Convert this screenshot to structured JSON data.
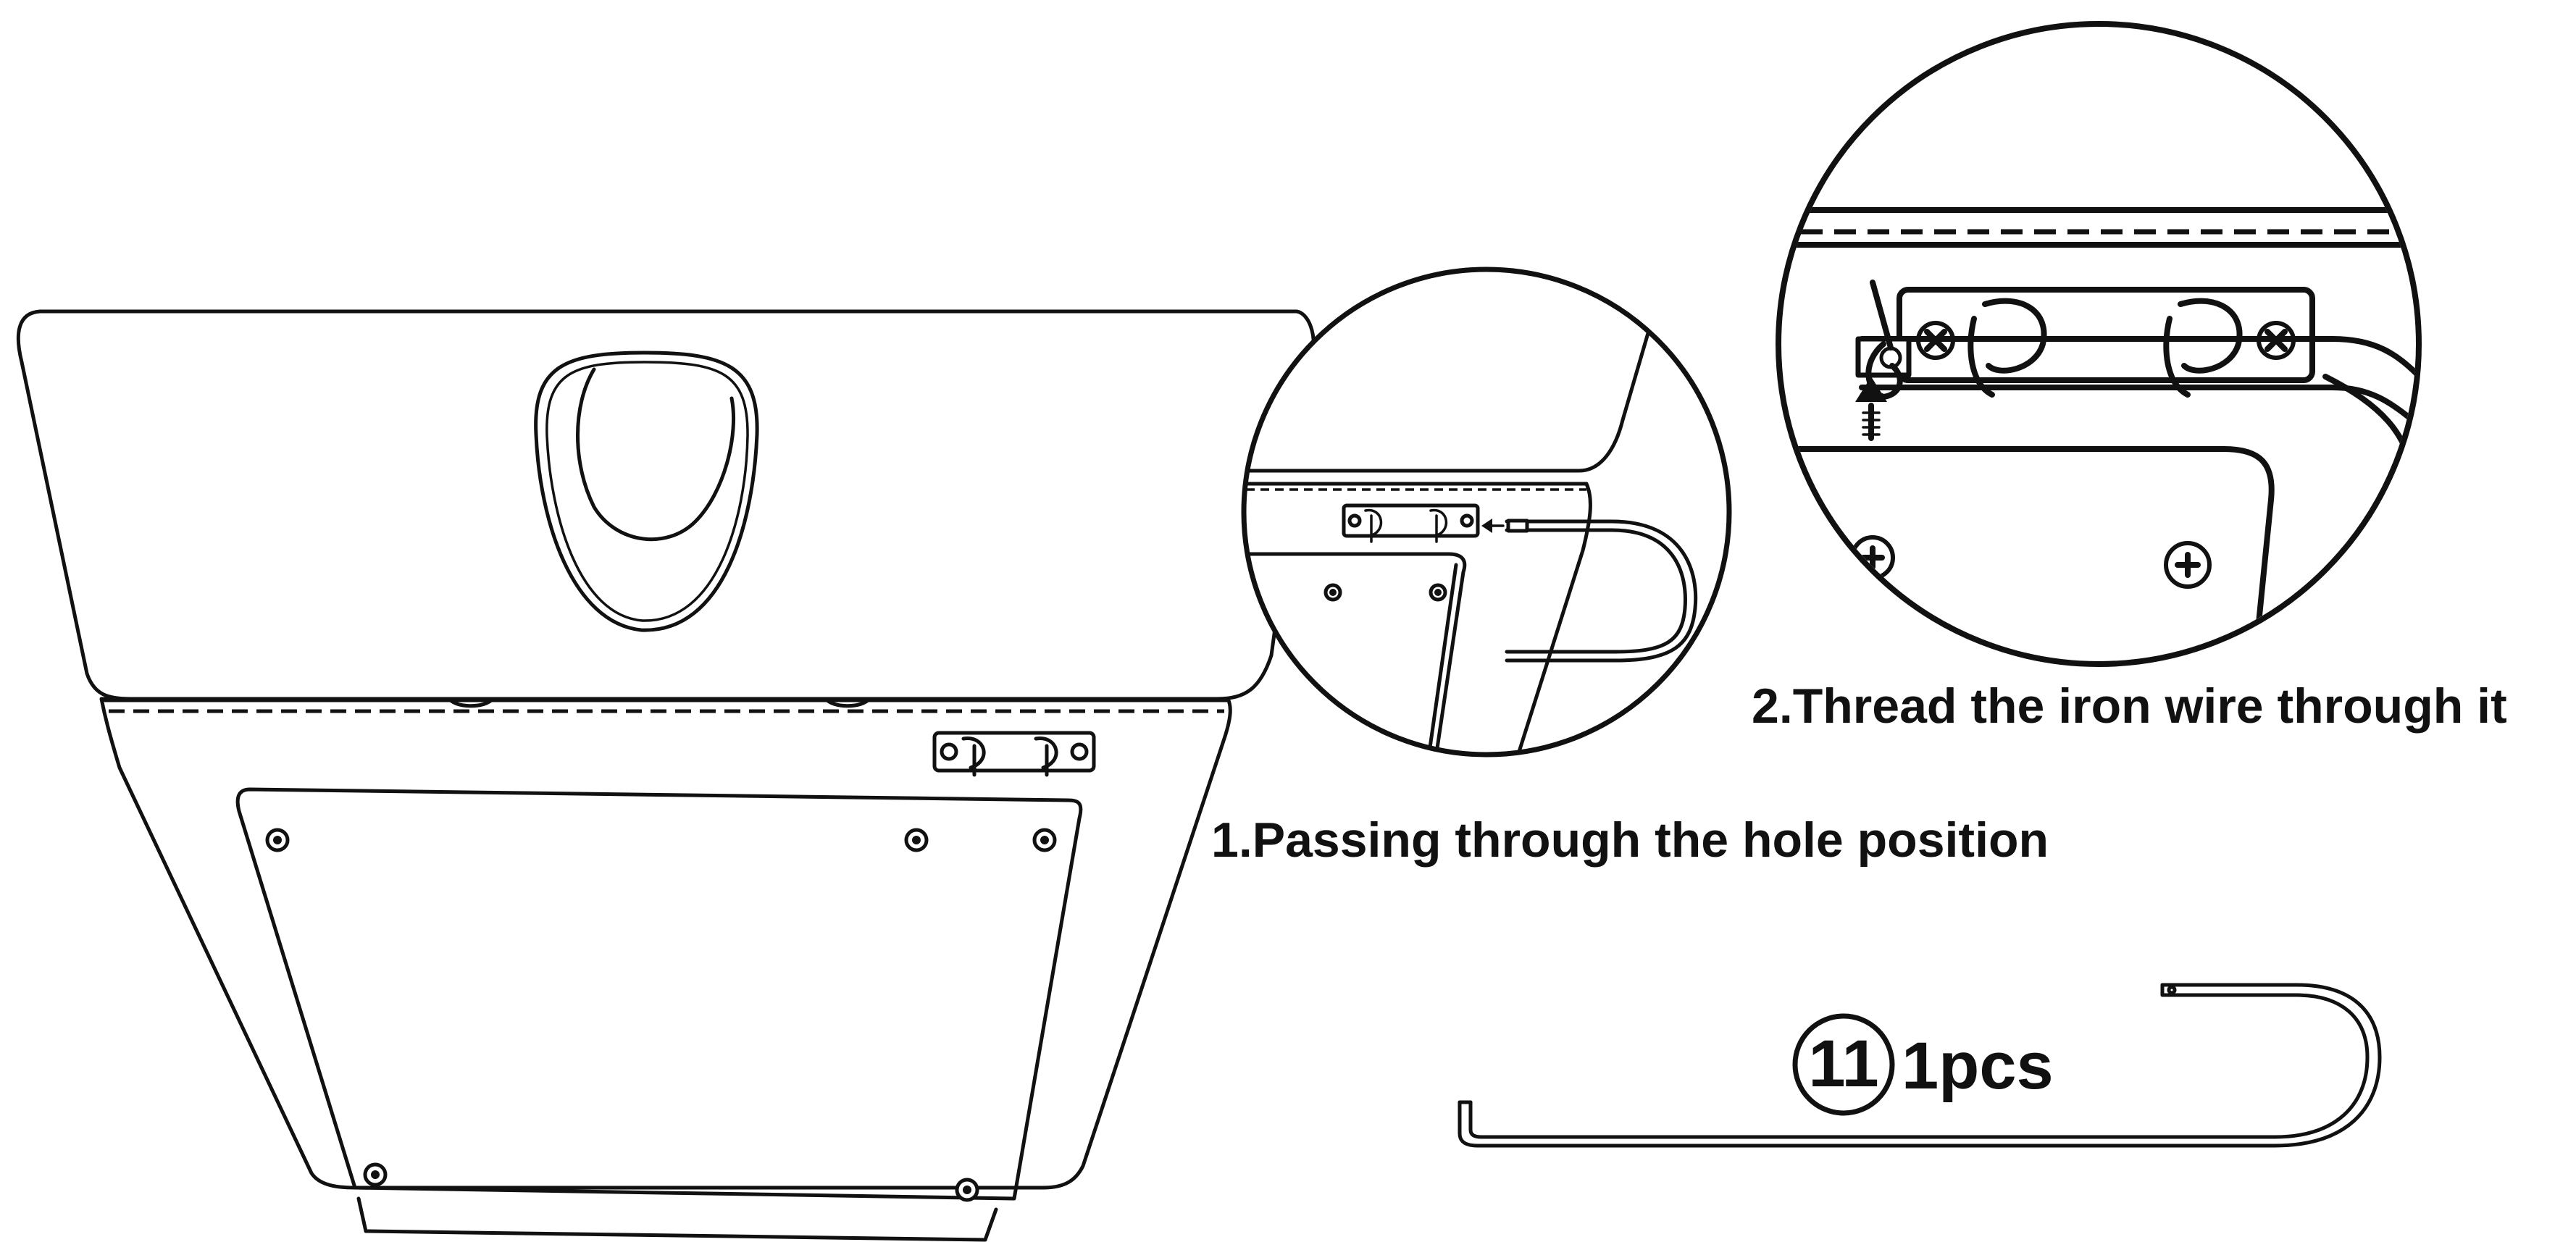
{
  "steps": [
    {
      "label": "1.Passing through the hole position"
    },
    {
      "label": "2.Thread the iron wire through it"
    }
  ],
  "part": {
    "number": "11",
    "quantity": "1pcs"
  },
  "colors": {
    "line": "#111111",
    "background": "#ffffff"
  }
}
